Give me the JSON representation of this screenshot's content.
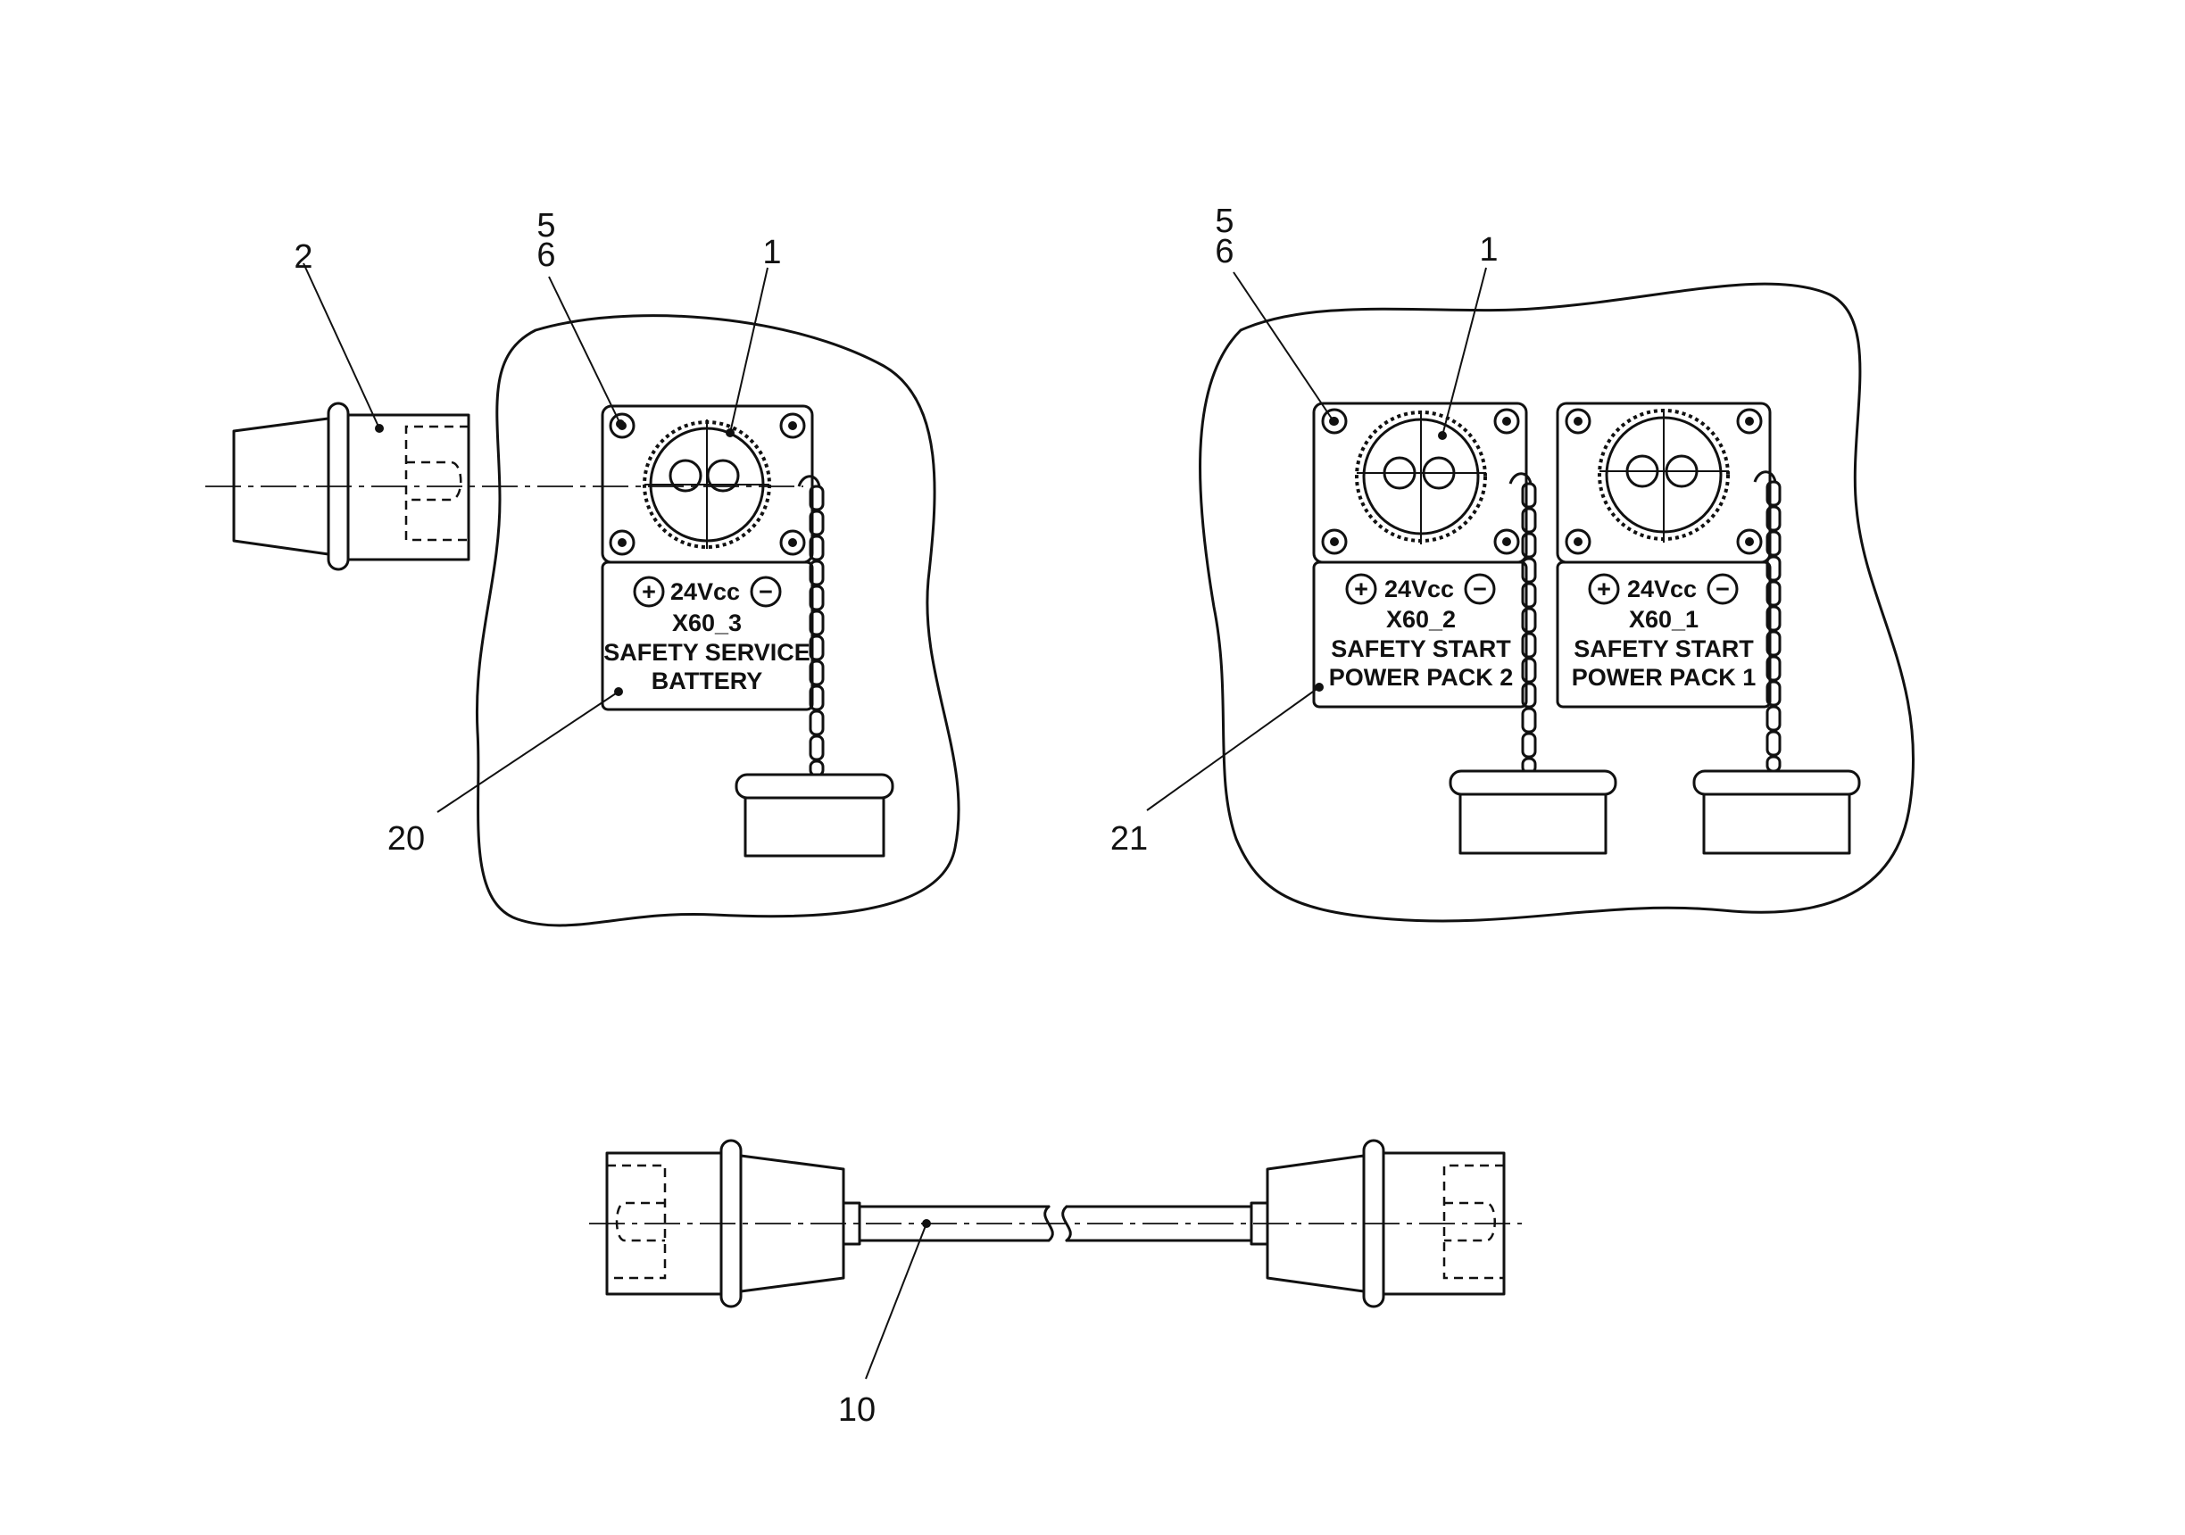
{
  "callouts": {
    "c2": "2",
    "c5a": "5",
    "c6a": "6",
    "c1a": "1",
    "c20": "20",
    "c5b": "5",
    "c6b": "6",
    "c1b": "1",
    "c21": "21",
    "c10": "10"
  },
  "plates": {
    "x60_3": {
      "voltage": "24Vcc",
      "id": "X60_3",
      "line1": "SAFETY SERVICE",
      "line2": "BATTERY"
    },
    "x60_2": {
      "voltage": "24Vcc",
      "id": "X60_2",
      "line1": "SAFETY START",
      "line2": "POWER PACK 2"
    },
    "x60_1": {
      "voltage": "24Vcc",
      "id": "X60_1",
      "line1": "SAFETY START",
      "line2": "POWER PACK 1"
    }
  },
  "symbols": {
    "plus": "+",
    "minus": "−"
  }
}
